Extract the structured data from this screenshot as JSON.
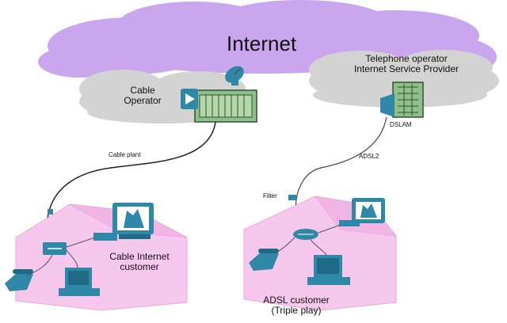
{
  "internet_label": "Internet",
  "cable_operator": {
    "line1": "Cable",
    "line2": "Operator"
  },
  "telephone_operator": {
    "line1": "Telephone operator",
    "line2": "Internet Service Provider"
  },
  "dslam_label": "DSLAM",
  "cable_plant_label": "Cable plant",
  "adsl2_label": "ADSL2",
  "filter_label": "Filter",
  "cable_customer": {
    "line1": "Cable Internet",
    "line2": "customer"
  },
  "adsl_customer": {
    "line1": "ADSL customer",
    "line2": "(Triple play)"
  },
  "colors": {
    "internet_cloud": "#c9a6ee",
    "isp_cloud": "#d3d3d3",
    "house": "#f7c8ee",
    "device": "#2f88a8",
    "cable_line": "#222222"
  }
}
